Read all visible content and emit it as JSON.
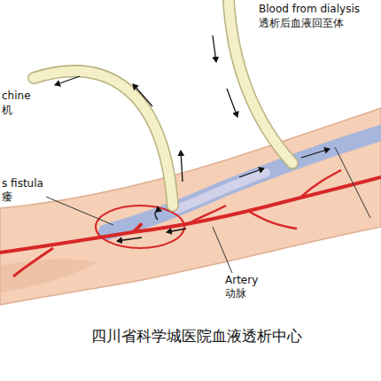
{
  "diagram": {
    "caption": "四川省科学城医院血液透析中心",
    "labels": [
      "Blood from dialysis",
      "透析后血液回至体",
      "chine",
      "机",
      "s fistula",
      "瘘",
      "Artery",
      "动脉"
    ]
  }
}
